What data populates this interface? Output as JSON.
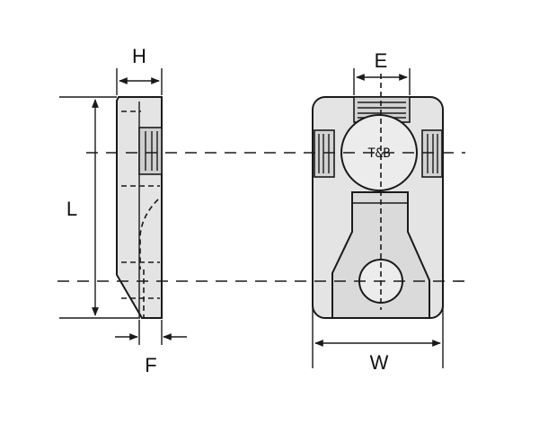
{
  "labels": {
    "height": "H",
    "length": "L",
    "flange": "F",
    "width": "W",
    "eye": "E",
    "stamp": "T&B"
  }
}
